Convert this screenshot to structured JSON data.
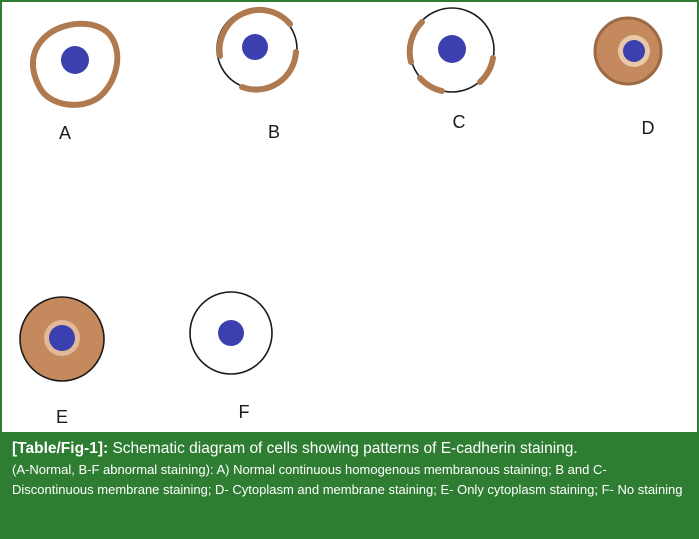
{
  "cells": [
    {
      "label": "A",
      "pattern": "normal continuous membranous"
    },
    {
      "label": "B",
      "pattern": "discontinuous membrane"
    },
    {
      "label": "C",
      "pattern": "discontinuous membrane"
    },
    {
      "label": "D",
      "pattern": "cytoplasm and membrane"
    },
    {
      "label": "E",
      "pattern": "only cytoplasm"
    },
    {
      "label": "F",
      "pattern": "no staining"
    }
  ],
  "caption": {
    "fig_label": "[Table/Fig-1]:",
    "title": "Schematic diagram of cells showing patterns of E-cadherin staining.",
    "description": "(A-Normal, B-F abnormal staining): A) Normal continuous homogenous membranous staining; B and C- Discontinuous membrane staining; D- Cytoplasm and membrane staining; E- Only cytoplasm staining; F- No staining"
  },
  "colors": {
    "stain_brown": "#b07a50",
    "cytoplasm_brown": "#c48a5e",
    "nucleus_blue": "#3c3fae",
    "outline": "#1a1a1a",
    "caption_bg": "#2e7d32"
  }
}
